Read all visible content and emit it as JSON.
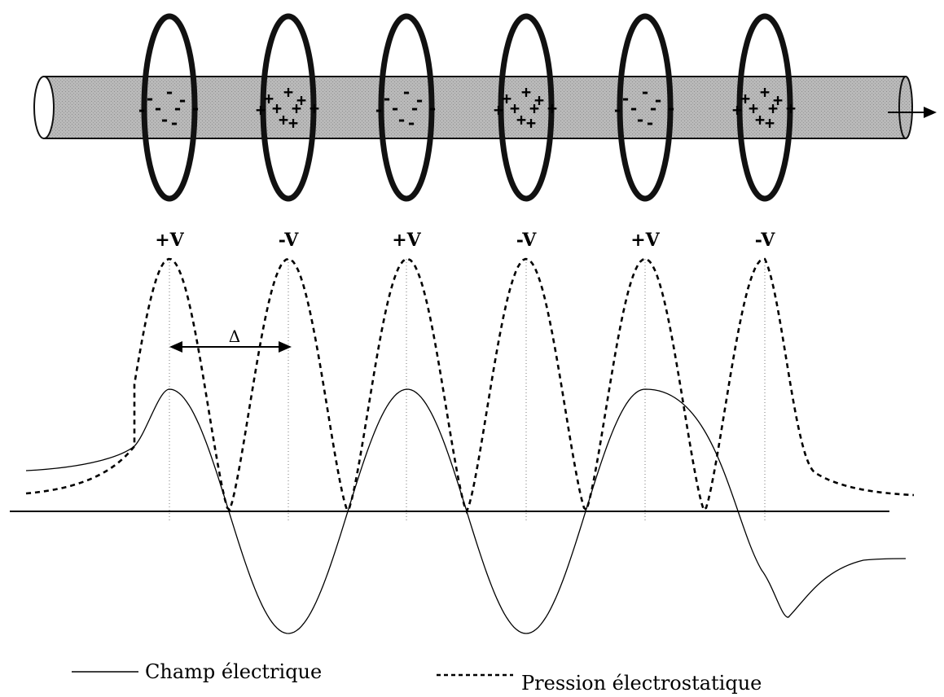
{
  "electrodes": [
    {
      "voltage": "+V",
      "charge": "-"
    },
    {
      "voltage": "-V",
      "charge": "+"
    },
    {
      "voltage": "+V",
      "charge": "-"
    },
    {
      "voltage": "-V",
      "charge": "+"
    },
    {
      "voltage": "+V",
      "charge": "-"
    },
    {
      "voltage": "-V",
      "charge": "+"
    }
  ],
  "spacing_label": "Δ",
  "legend": {
    "electric_field": "Champ électrique",
    "electrostatic_pressure": "Pression électrostatique"
  },
  "colors": {
    "tube_fill": "#b8b8b8",
    "ring": "#111111",
    "line": "#000000",
    "guide": "#777777"
  }
}
